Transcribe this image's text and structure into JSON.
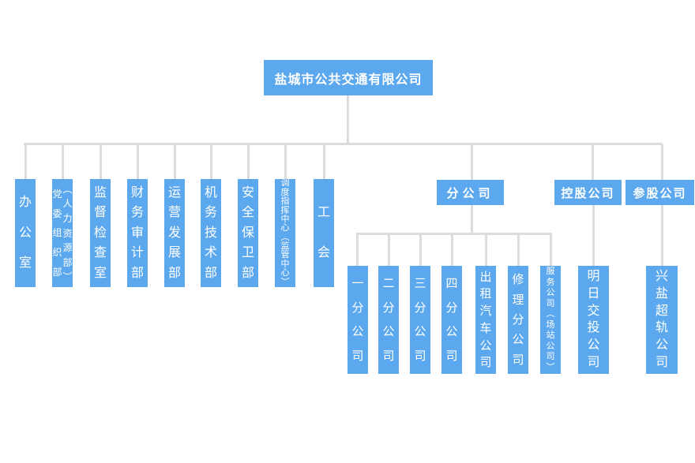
{
  "colors": {
    "node_blue": "#5CA8EE",
    "connector_gray": "#DCDCDC",
    "node_text": "#FFFFFF",
    "background": "#FFFFFF"
  },
  "root": {
    "label": "盐城市公共交通有限公司"
  },
  "departments": [
    {
      "label": "办公室"
    },
    {
      "label": "党委组织部（人力资源部）",
      "label_parts": [
        "党委组织部",
        "（人力资源部）"
      ]
    },
    {
      "label": "监督检查室"
    },
    {
      "label": "财务审计部"
    },
    {
      "label": "运营发展部"
    },
    {
      "label": "机务技术部"
    },
    {
      "label": "安全保卫部"
    },
    {
      "label": "调度指挥中心（监管中心）"
    },
    {
      "label": "工会"
    }
  ],
  "groups": [
    {
      "label": "分公司",
      "children": [
        {
          "label": "一分公司"
        },
        {
          "label": "二分公司"
        },
        {
          "label": "三分公司"
        },
        {
          "label": "四分公司"
        },
        {
          "label": "出租汽车公司"
        },
        {
          "label": "修理分公司"
        },
        {
          "label": "服务公司(场站公司)"
        }
      ]
    },
    {
      "label": "控股公司",
      "children": [
        {
          "label": "明日交投公司"
        }
      ]
    },
    {
      "label": "参股公司",
      "children": [
        {
          "label": "兴盐超轨公司"
        }
      ]
    }
  ]
}
